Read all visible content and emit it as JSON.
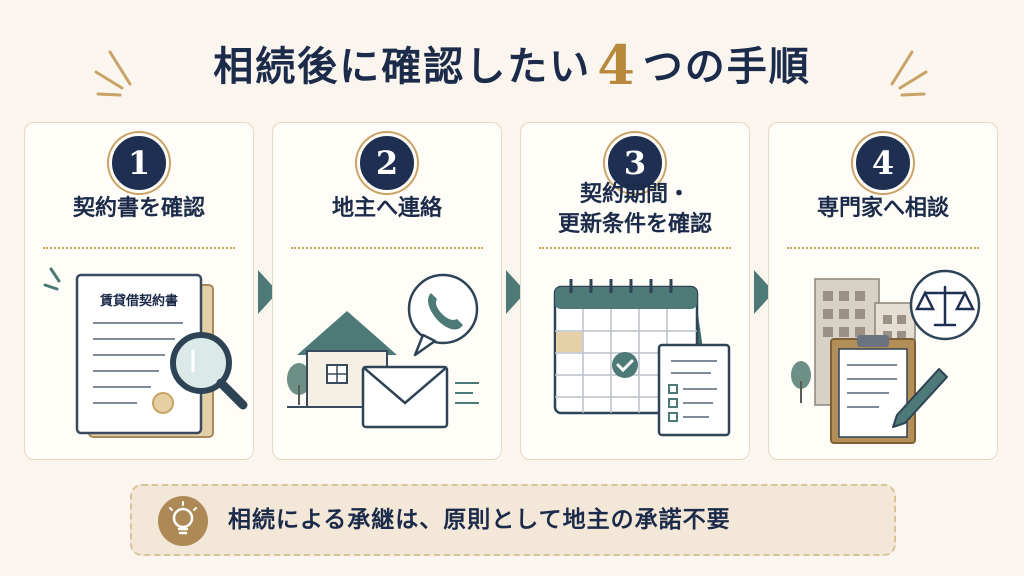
{
  "title": {
    "before": "相続後に確認したい",
    "number": "4",
    "after": "つの手順"
  },
  "steps": [
    {
      "number": "1",
      "title_line1": "契約書を確認",
      "title_line2": "",
      "illustration_label": "賃貸借契約書",
      "icon": "contract-magnifier-icon"
    },
    {
      "number": "2",
      "title_line1": "地主へ連絡",
      "title_line2": "",
      "icon": "house-phone-mail-icon"
    },
    {
      "number": "3",
      "title_line1": "契約期間・",
      "title_line2": "更新条件を確認",
      "icon": "calendar-checklist-icon"
    },
    {
      "number": "4",
      "title_line1": "専門家へ相談",
      "title_line2": "",
      "icon": "building-scales-clipboard-icon"
    }
  ],
  "note": {
    "icon": "lightbulb-icon",
    "text": "相続による承継は、原則として地主の承諾不要"
  },
  "colors": {
    "navy": "#1f2f52",
    "gold": "#b8893d",
    "teal": "#4d7a76",
    "cream": "#faf6ef"
  }
}
